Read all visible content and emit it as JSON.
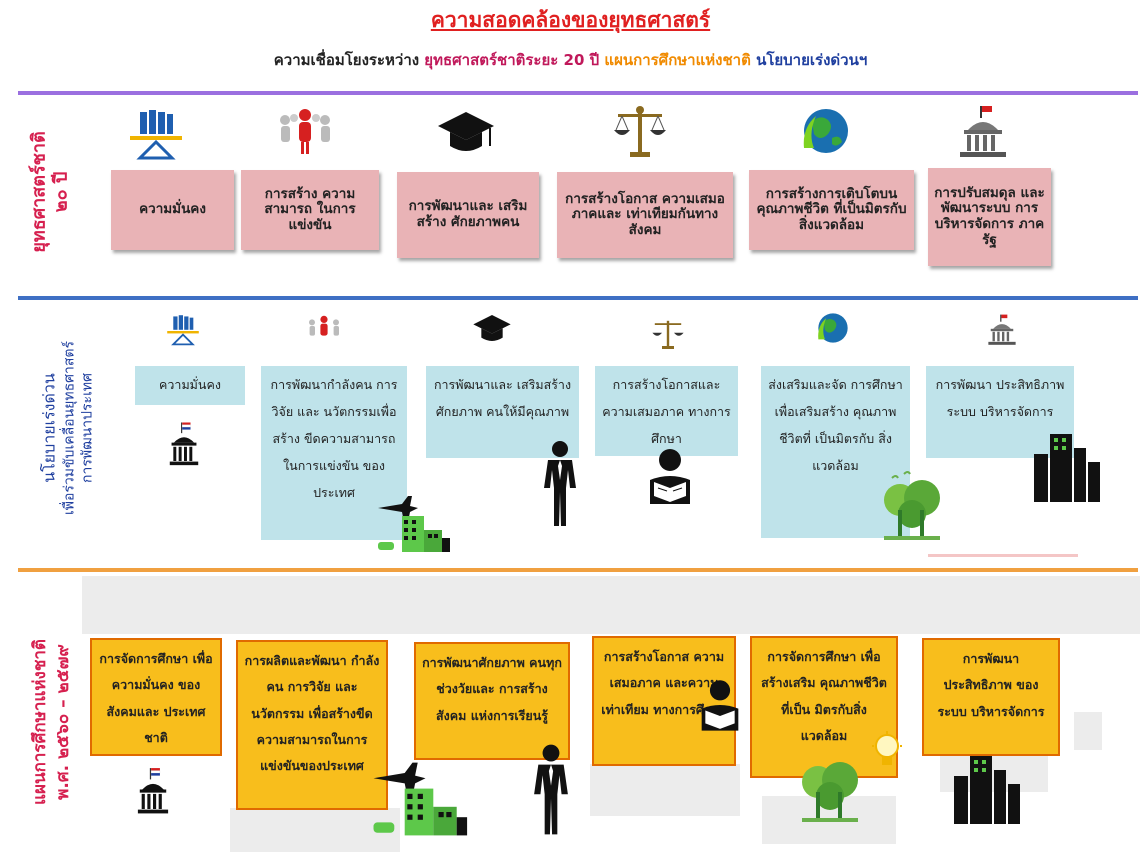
{
  "header": {
    "title": "ความสอดคล้องของยุทธศาสตร์",
    "subtitle_prefix": "ความเชื่อมโยงระหว่าง",
    "subtitle_part1": "ยุทธศาสตร์ชาติระยะ 20 ปี",
    "subtitle_part2": "แผนการศึกษาแห่งชาติ",
    "subtitle_part3": "นโยบายเร่งด่วนฯ"
  },
  "colors": {
    "section1_rule": "#9b6fe0",
    "section2_rule": "#3e6fc4",
    "section3_rule": "#f0a040",
    "pink_box": "#e9b3b6",
    "blue_box": "#bfe3ea",
    "orange_box": "#f8be1c"
  },
  "section1": {
    "label_line1": "ยุทธศาสตร์ชาติ",
    "label_line2": "๒๐ ปี",
    "items": [
      {
        "icon": "scales-columns-icon",
        "text": "ความมั่นคง"
      },
      {
        "icon": "team-leader-icon",
        "text": "การสร้าง ความสามารถ ในการแข่งขัน"
      },
      {
        "icon": "graduation-cap-icon",
        "text": "การพัฒนาและ เสริมสร้าง ศักยภาพคน"
      },
      {
        "icon": "justice-scale-icon",
        "text": "การสร้างโอกาส ความเสมอภาคและ เท่าเทียมกันทางสังคม"
      },
      {
        "icon": "globe-leaf-icon",
        "text": "การสร้างการเติบโตบน คุณภาพชีวิต ที่เป็นมิตรกับสิ่งแวดล้อม"
      },
      {
        "icon": "government-building-icon",
        "text": "การปรับสมดุล และพัฒนาระบบ การบริหารจัดการ ภาครัฐ"
      }
    ]
  },
  "section2": {
    "label_line1": "นโยบายเร่งด่วน",
    "label_line2": "เพื่อร่วมขับเคลื่อนยุทธศาสตร์",
    "label_line3": "การพัฒนาประเทศ",
    "items": [
      {
        "icon": "scales-columns-icon",
        "text": "ความมั่นคง"
      },
      {
        "icon": "team-leader-icon",
        "text": "การพัฒนากำลังคน การวิจัย และ นวัตกรรมเพื่อสร้าง ขีดความสามารถ ในการแข่งขัน ของประเทศ"
      },
      {
        "icon": "graduation-cap-icon",
        "text": "การพัฒนาและ เสริมสร้างศักยภาพ คนให้มีคุณภาพ"
      },
      {
        "icon": "justice-scale-icon",
        "text": "การสร้างโอกาสและ ความเสมอภาค ทางการศึกษา"
      },
      {
        "icon": "globe-leaf-icon",
        "text": "ส่งเสริมและจัด การศึกษา เพื่อเสริมสร้าง คุณภาพชีวิตที่ เป็นมิตรกับ สิ่งแวดล้อม"
      },
      {
        "icon": "government-building-icon",
        "text": "การพัฒนา ประสิทธิภาพระบบ บริหารจัดการ"
      }
    ]
  },
  "section3": {
    "label_line1": "แผนการศึกษาแห่งชาติ",
    "label_line2": "พ.ศ. ๒๕๖๐ – ๒๕๗๙",
    "items": [
      {
        "text": "การจัดการศึกษา เพื่อความมั่นคง ของสังคมและ ประเทศชาติ"
      },
      {
        "text": "การผลิตและพัฒนา กำลังคน การวิจัย และนวัตกรรม เพื่อสร้างขีด ความสามารถในการ แข่งขันของประเทศ"
      },
      {
        "text": "การพัฒนาศักยภาพ คนทุกช่วงวัยและ การสร้างสังคม แห่งการเรียนรู้"
      },
      {
        "text": "การสร้างโอกาส ความเสมอภาค และความ เท่าเทียม ทางการศึกษา"
      },
      {
        "text": "การจัดการศึกษา เพื่อสร้างเสริม คุณภาพชีวิตที่เป็น มิตรกับสิ่งแวดล้อม"
      },
      {
        "text": "การพัฒนา ประสิทธิภาพ ของระบบ บริหารจัดการ"
      }
    ]
  }
}
